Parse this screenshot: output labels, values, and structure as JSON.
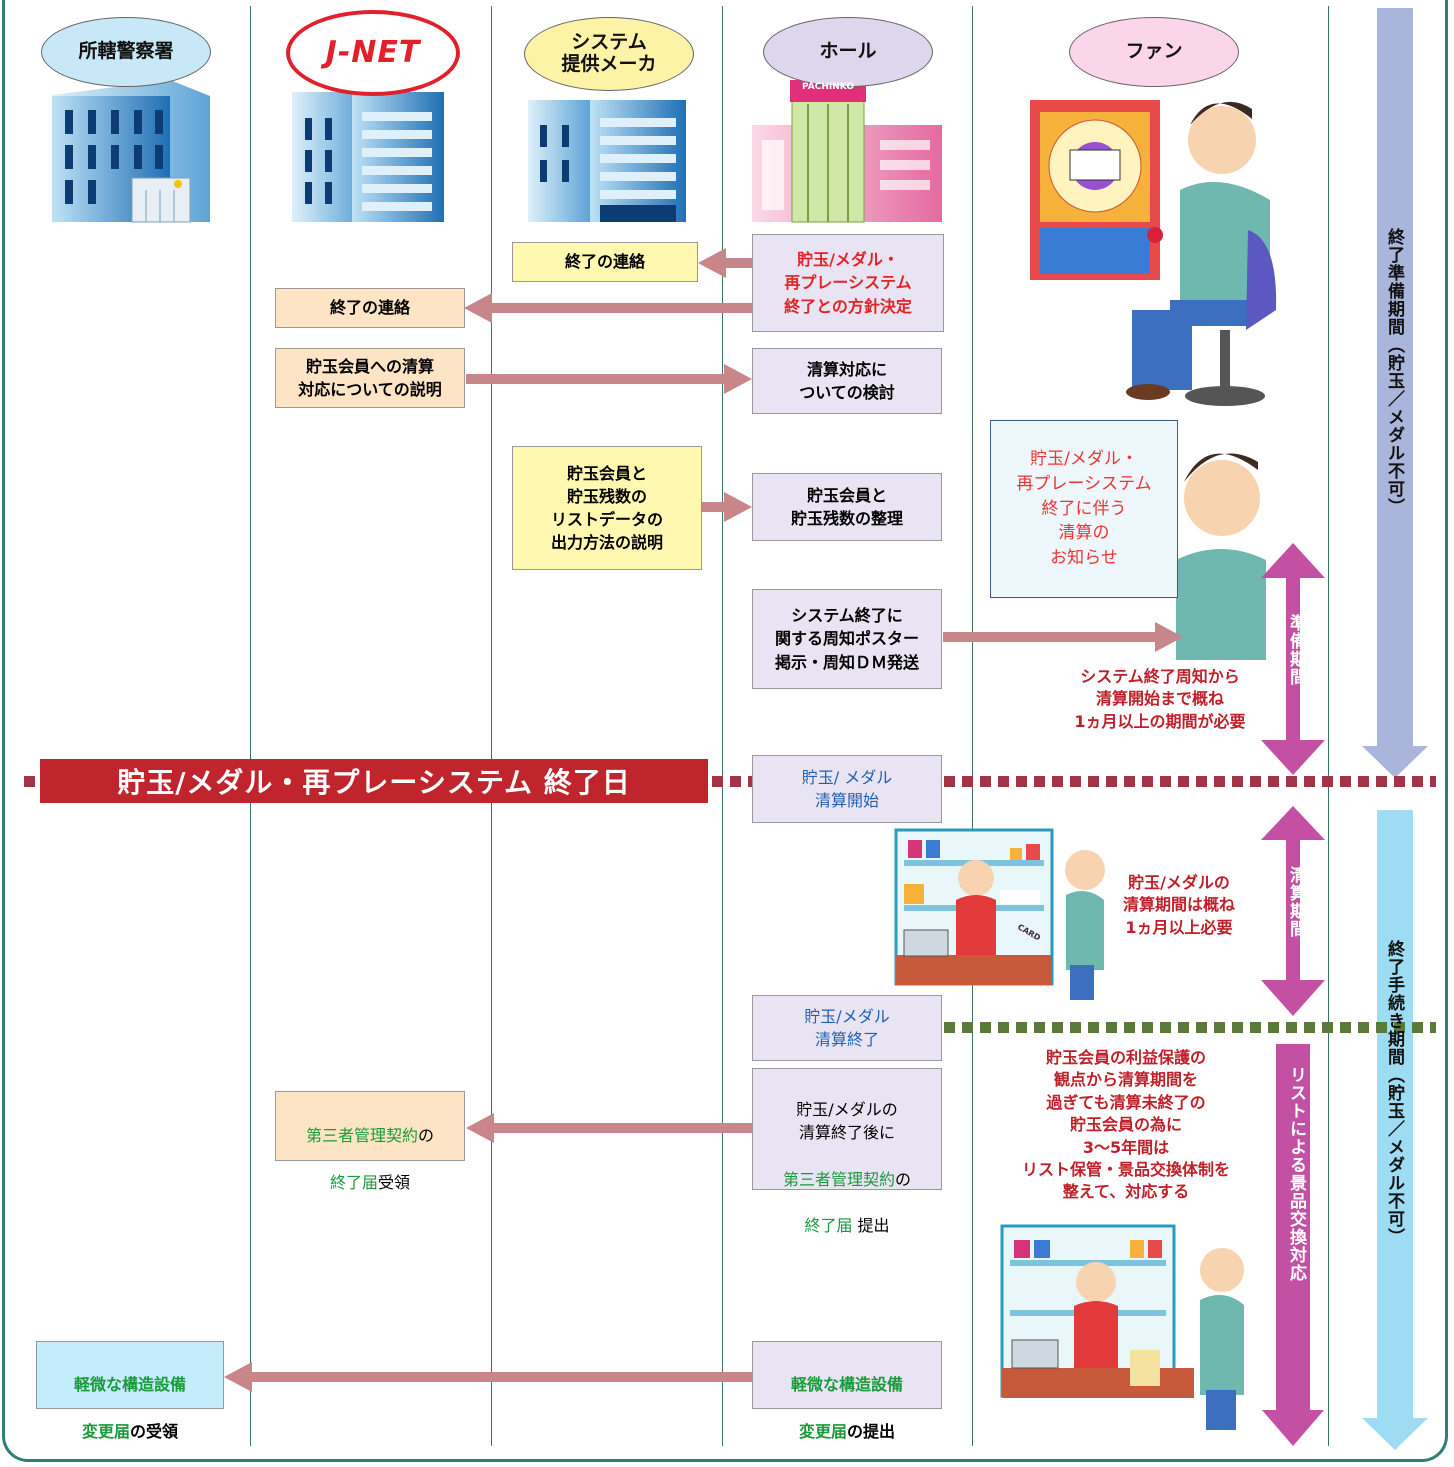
{
  "lanes": {
    "police": "所轄警察署",
    "jnet_logo": "J-NET",
    "system_maker": "システム\n提供メーカ",
    "hall": "ホール",
    "fan": "ファン"
  },
  "steps": {
    "policy_decision": "貯玉/メダル・\n再プレーシステム\n終了との方針決定",
    "contact_maker": "終了の連絡",
    "contact_jnet": "終了の連絡",
    "explain_settlement": "貯玉会員への清算\n対応についての説明",
    "study_settlement": "清算対応に\nついての検討",
    "explain_list_output": "貯玉会員と\n貯玉残数の\nリストデータの\n出力方法の説明",
    "organize_members": "貯玉会員と\n貯玉残数の整理",
    "poster_dm": "システム終了に\n関する周知ポスター\n掲示・周知ＤＭ発送",
    "settlement_start": "貯玉/ メダル\n清算開始",
    "settlement_end": "貯玉/メダル\n清算終了",
    "after_end_prefix": "貯玉/メダルの\n清算終了後に",
    "third_party_contract": "第三者管理契約",
    "no": "の",
    "end_notice": "終了届",
    "submit": " 提出",
    "receive": "受領",
    "minor_change_line1": "軽微な構造設備",
    "minor_change_notice": "変更届",
    "minor_change_submit_suffix": "の提出",
    "minor_change_receive_suffix": "の受領"
  },
  "notice_poster": "貯玉/メダル・\n再プレーシステム\n終了に伴う\n清算の\nお知らせ",
  "notes": {
    "prep_note": "システム終了周知から\n清算開始まで概ね\n1ヵ月以上の期間が必要",
    "settle_note": "貯玉/メダルの\n清算期間は概ね\n1ヵ月以上必要",
    "protect_note": "貯玉会員の利益保護の\n観点から清算期間を\n過ぎても清算未終了の\n貯玉会員の為に\n3～5年間は\nリスト保管・景品交換体制を\n整えて、対応する"
  },
  "end_day_banner": "貯玉/メダル・再プレーシステム 終了日",
  "periods": {
    "prep": "準備期間",
    "settle": "清算期間",
    "list_exchange": "リストによる景品交換対応",
    "end_prep": "終了準備期間（貯玉／メダル不可）",
    "end_procedure": "終了手続き期間（貯玉／メダル不可）"
  },
  "pictures": {
    "hall_sign": "PACHINKO",
    "card_label": "CARD"
  },
  "colors": {
    "frame": "#2d7f77",
    "arrow": "#c9868a",
    "period_arrow": "#c350a3",
    "end_prep_arrow": "#aab5dc",
    "end_proc_arrow": "#9ddcf3",
    "banner": "#c0242d",
    "dash_red": "#a33346",
    "dash_green": "#5a7a3a"
  },
  "icons": [
    "police-building-icon",
    "jnet-building-icon",
    "maker-building-icon",
    "pachinko-hall-icon",
    "pachinko-player-icon",
    "prize-counter-icon"
  ]
}
